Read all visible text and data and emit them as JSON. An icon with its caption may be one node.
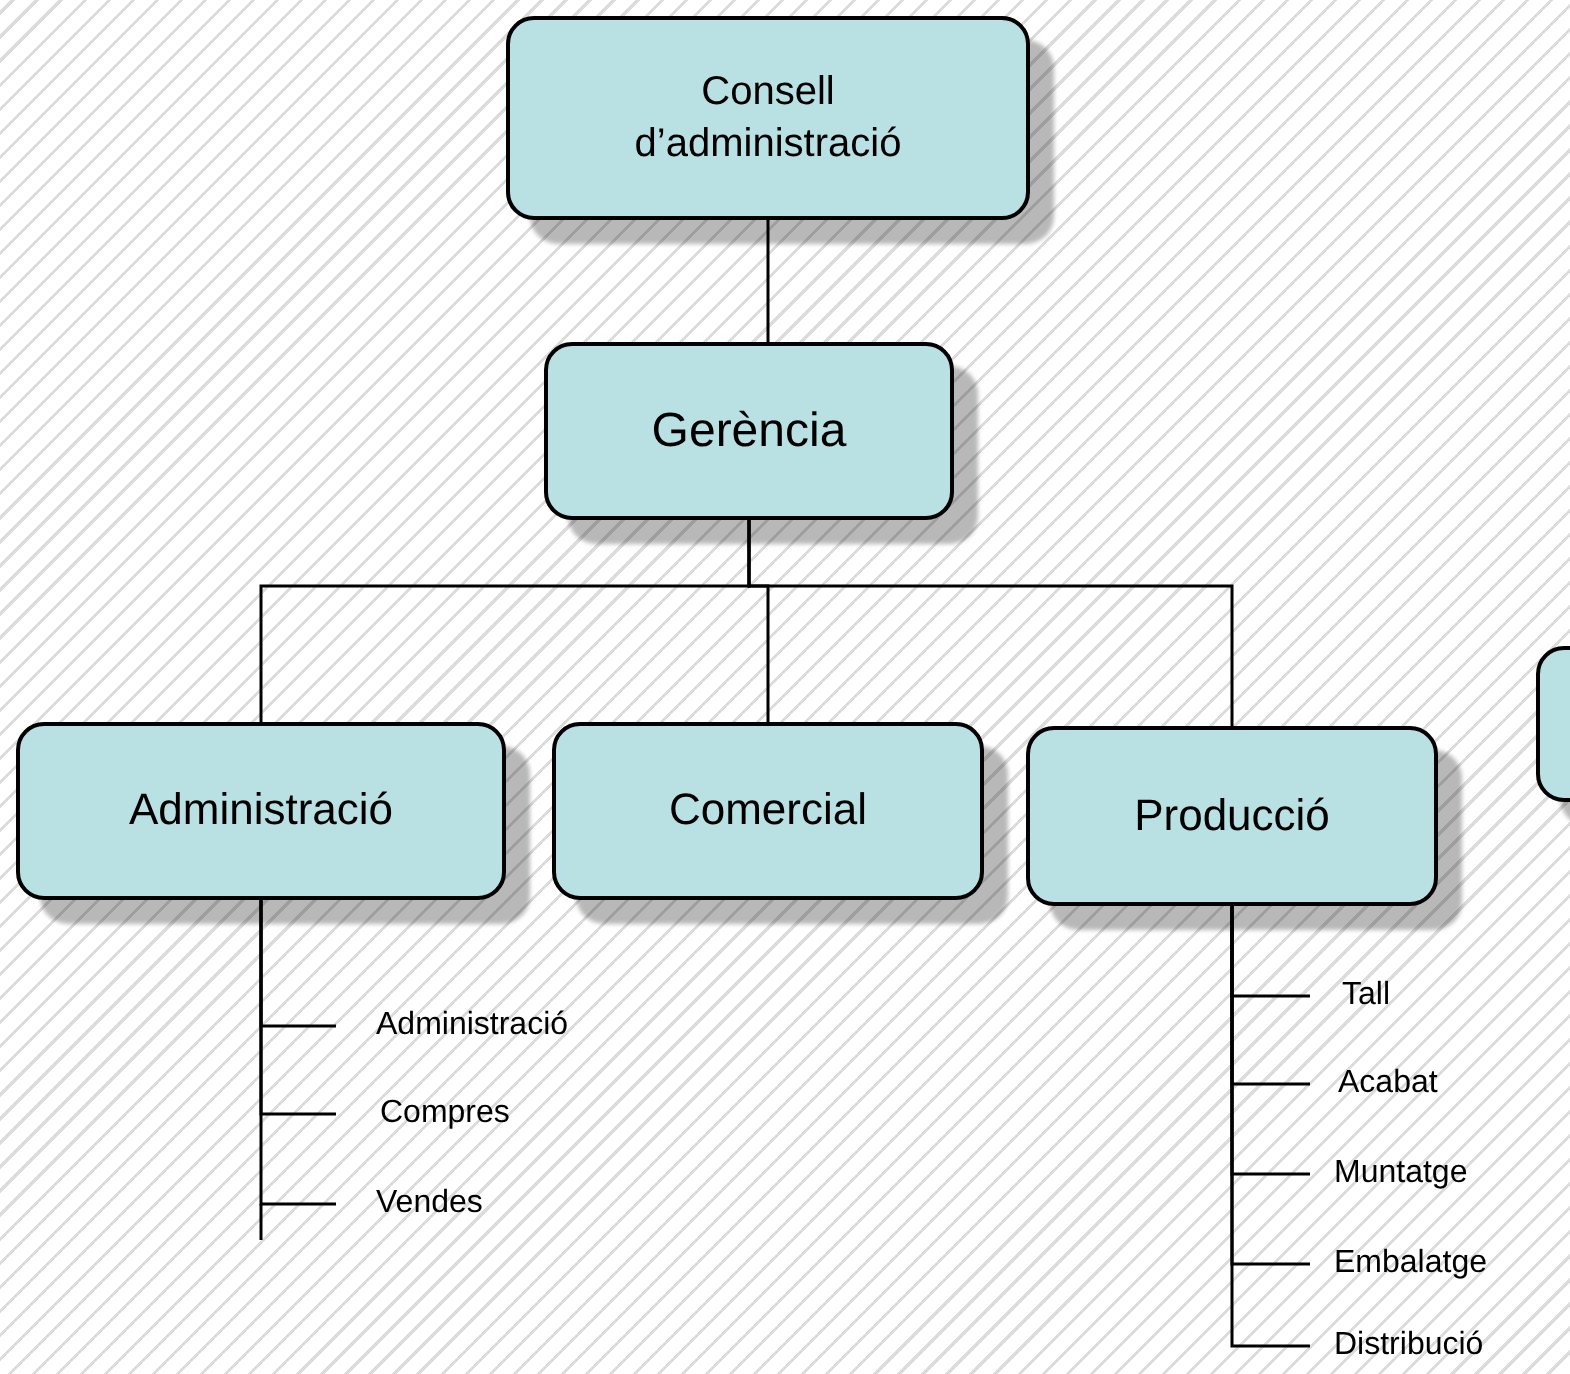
{
  "diagram": {
    "nodes": [
      {
        "text": [
          "Consell d’administració"
        ]
      },
      {
        "text": [
          "Gerència"
        ]
      },
      {
        "text": [
          "Administració"
        ]
      },
      {
        "text": [
          "Comercial"
        ]
      },
      {
        "text": [
          "Producció"
        ]
      },
      {
        "text": [],
        "shape": "box"
      },
      {
        "text": [
          "Administració"
        ]
      },
      {
        "text": [
          "Compres"
        ]
      },
      {
        "text": [
          "Vendes"
        ]
      },
      {
        "text": [
          "Tall"
        ]
      },
      {
        "text": [
          "Acabat"
        ]
      },
      {
        "text": [
          "Muntatge"
        ]
      },
      {
        "text": [
          "Embalatge"
        ]
      },
      {
        "text": [
          "Distribució"
        ]
      }
    ],
    "edges": [
      {
        "from": 0,
        "to": 1,
        "arrow": "none"
      },
      {
        "from": 1,
        "to": 2,
        "arrow": "none"
      },
      {
        "from": 1,
        "to": 3,
        "arrow": "none"
      },
      {
        "from": 1,
        "to": 4,
        "arrow": "none"
      },
      {
        "from": 2,
        "to": 6,
        "arrow": "none"
      },
      {
        "from": 2,
        "to": 7,
        "arrow": "none"
      },
      {
        "from": 2,
        "to": 8,
        "arrow": "none"
      },
      {
        "from": 4,
        "to": 9,
        "arrow": "none"
      },
      {
        "from": 4,
        "to": 10,
        "arrow": "none"
      },
      {
        "from": 4,
        "to": 11,
        "arrow": "none"
      },
      {
        "from": 4,
        "to": 12,
        "arrow": "none"
      },
      {
        "from": 4,
        "to": 13,
        "arrow": "none"
      }
    ]
  }
}
